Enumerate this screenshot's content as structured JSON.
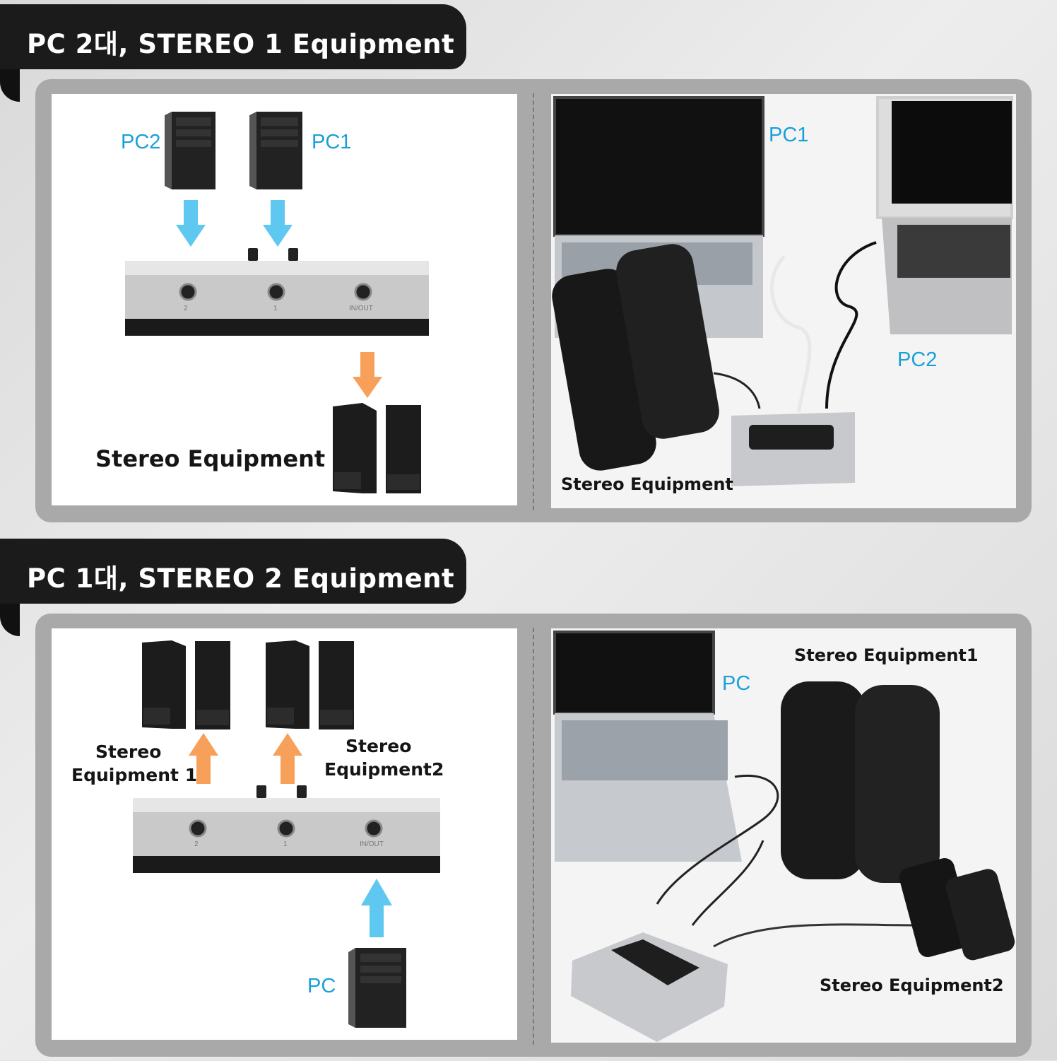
{
  "sections": [
    {
      "title": "PC 2대, STEREO 1 Equipment",
      "left": {
        "pc2_label": "PC2",
        "pc1_label": "PC1",
        "port_labels": [
          "2",
          "1",
          "IN/OUT"
        ],
        "stereo_label": "Stereo Equipment"
      },
      "right": {
        "pc1_label": "PC1",
        "pc2_label": "PC2",
        "stereo_label": "Stereo Equipment"
      }
    },
    {
      "title": "PC 1대, STEREO  2 Equipment",
      "left": {
        "stereo1_line1": "Stereo",
        "stereo1_line2": "Equipment 1",
        "stereo2_line1": "Stereo",
        "stereo2_line2": "Equipment2",
        "port_labels": [
          "2",
          "1",
          "IN/OUT"
        ],
        "pc_label": "PC"
      },
      "right": {
        "pc_label": "PC",
        "stereo1_label": "Stereo Equipment1",
        "stereo2_label": "Stereo Equipment2"
      }
    }
  ],
  "colors": {
    "banner": "#1b1b1b",
    "label_blue": "#1aa0d8",
    "arrow_blue": "#5ec8f0",
    "arrow_orange": "#f7a05a",
    "frame_gray": "#a9a9a9"
  },
  "icons": [
    "pc-tower-icon",
    "speaker-icon",
    "audio-switch-icon",
    "arrow-down-icon",
    "arrow-up-icon",
    "laptop-icon",
    "cylinder-speaker-icon"
  ]
}
